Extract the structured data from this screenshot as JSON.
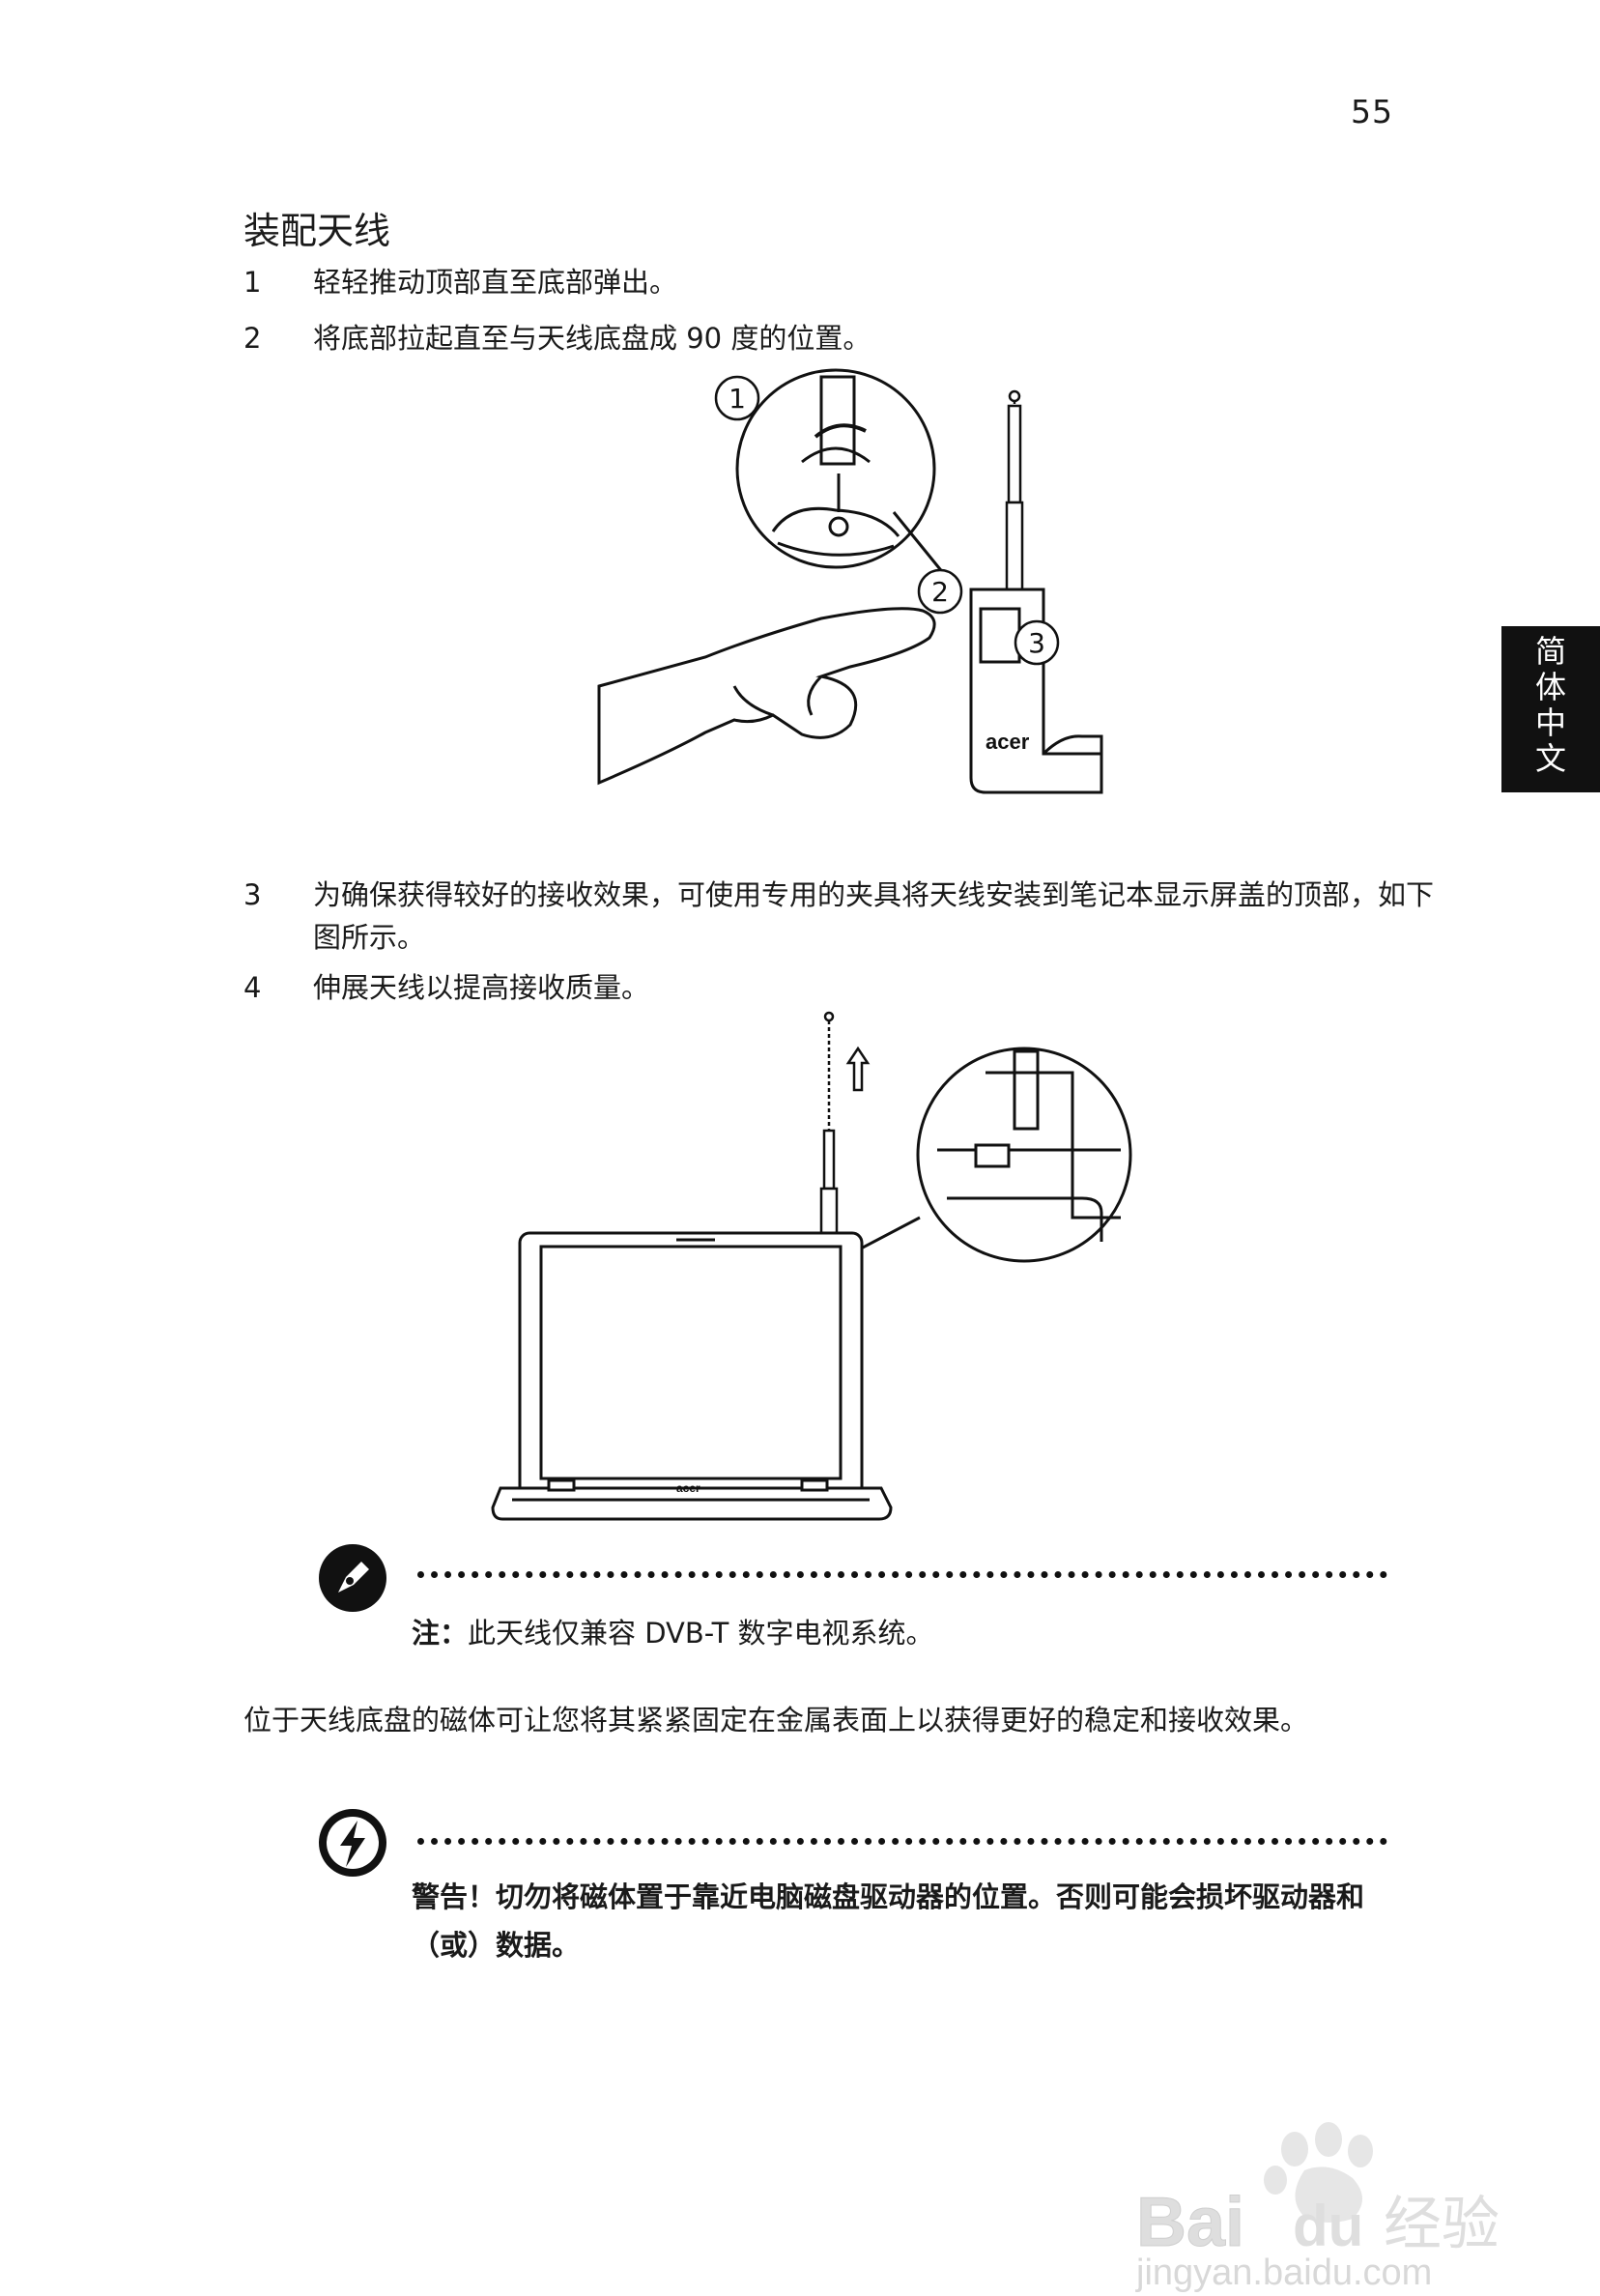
{
  "page": {
    "number": "55"
  },
  "section": {
    "title": "装配天线"
  },
  "steps": [
    {
      "num": "1",
      "text": "轻轻推动顶部直至底部弹出。"
    },
    {
      "num": "2",
      "text": "将底部拉起直至与天线底盘成 90 度的位置。"
    },
    {
      "num": "3",
      "text": "为确保获得较好的接收效果，可使用专用的夹具将天线安装到笔记本显示屏盖的顶部，如下图所示。"
    },
    {
      "num": "4",
      "text": "伸展天线以提高接收质量。"
    }
  ],
  "language_tab": {
    "chars": [
      "简",
      "体",
      "中",
      "文"
    ]
  },
  "figure1": {
    "callouts": [
      "1",
      "2",
      "3"
    ],
    "brand": "acer"
  },
  "figure2": {
    "brand": "acer"
  },
  "note": {
    "label": "注：",
    "text": "此天线仅兼容 DVB-T 数字电视系统。",
    "icon": "pen-note-icon"
  },
  "paragraph": {
    "text": "位于天线底盘的磁体可让您将其紧紧固定在金属表面上以获得更好的稳定和接收效果。"
  },
  "warning": {
    "text": "警告！切勿将磁体置于靠近电脑磁盘驱动器的位置。否则可能会损坏驱动器和（或）数据。",
    "icon": "lightning-warning-icon"
  },
  "watermark": {
    "logo_text": "Bai",
    "logo_text2": "du",
    "logo_text3": "经验",
    "url": "jingyan.baidu.com"
  }
}
